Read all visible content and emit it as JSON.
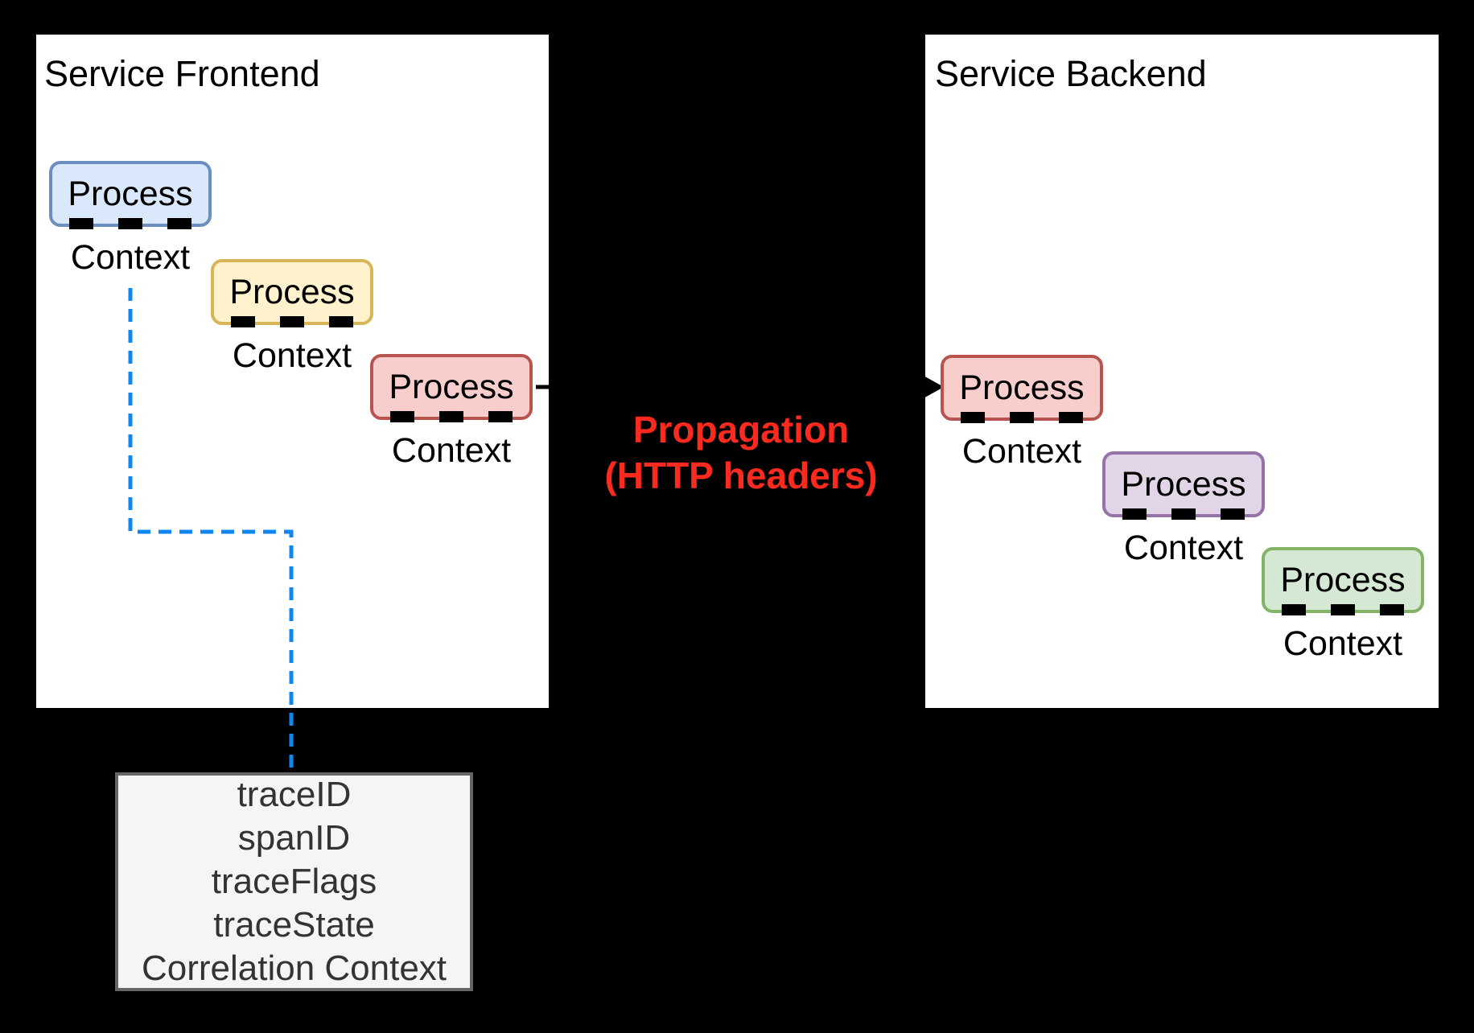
{
  "canvas": {
    "background_color": "#000000",
    "panel_color": "#ffffff"
  },
  "frontend": {
    "title": "Service Frontend"
  },
  "backend": {
    "title": "Service Backend"
  },
  "nodes": [
    {
      "id": "frontend-process-1",
      "label": "Process",
      "context": "Context",
      "fill": "#dae8fc",
      "stroke": "#6c8ebf"
    },
    {
      "id": "frontend-process-2",
      "label": "Process",
      "context": "Context",
      "fill": "#fff2cc",
      "stroke": "#d6b656"
    },
    {
      "id": "frontend-process-3",
      "label": "Process",
      "context": "Context",
      "fill": "#f8cecc",
      "stroke": "#b85450"
    },
    {
      "id": "backend-process-1",
      "label": "Process",
      "context": "Context",
      "fill": "#f8cecc",
      "stroke": "#b85450"
    },
    {
      "id": "backend-process-2",
      "label": "Process",
      "context": "Context",
      "fill": "#e1d5e7",
      "stroke": "#9673a6"
    },
    {
      "id": "backend-process-3",
      "label": "Process",
      "context": "Context",
      "fill": "#d5e8d4",
      "stroke": "#82b366"
    }
  ],
  "propagation": {
    "line1": "Propagation",
    "line2": "(HTTP headers)",
    "text_color": "#fb2a1e",
    "arrow_color": "#000000"
  },
  "context_fields": {
    "lines": [
      "traceID",
      "spanID",
      "traceFlags",
      "traceState",
      "Correlation Context"
    ],
    "fill": "#f5f5f5",
    "stroke": "#666666",
    "text_color": "#333333"
  },
  "connectors": {
    "trace_context_line_color": "#1086f0"
  }
}
